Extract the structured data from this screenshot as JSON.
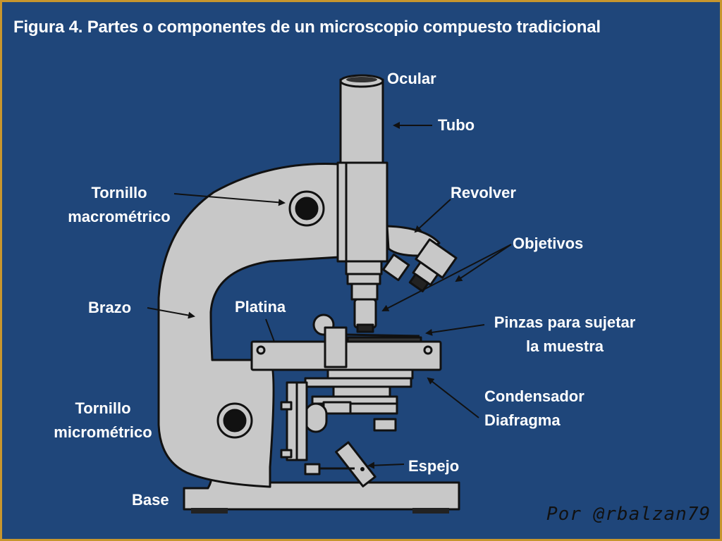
{
  "title": "Figura 4. Partes o componentes de un microscopio compuesto tradicional",
  "labels": {
    "ocular": "Ocular",
    "tubo": "Tubo",
    "revolver": "Revolver",
    "objetivos": "Objetivos",
    "tornillo_macro_1": "Tornillo",
    "tornillo_macro_2": "macrométrico",
    "brazo": "Brazo",
    "platina": "Platina",
    "pinzas_1": "Pinzas para sujetar",
    "pinzas_2": "la muestra",
    "condensador": "Condensador",
    "diafragma": "Diafragma",
    "tornillo_micro_1": "Tornillo",
    "tornillo_micro_2": "micrométrico",
    "espejo": "Espejo",
    "base": "Base"
  },
  "signature": "Por @rbalzan79",
  "colors": {
    "background": "#1f467a",
    "border": "#c7962e",
    "body": "#c8c8c8",
    "outline": "#111111",
    "label": "#ffffff"
  }
}
